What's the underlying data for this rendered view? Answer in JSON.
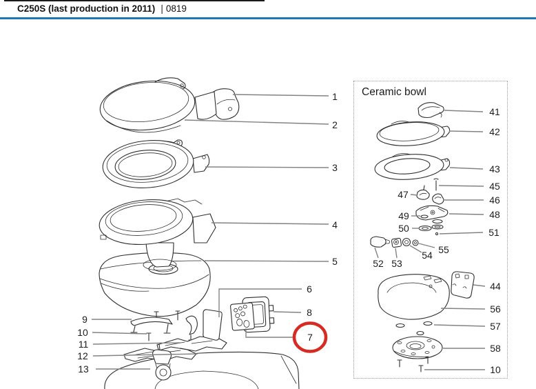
{
  "header": {
    "product": "C250S (last production in 2011)",
    "separator": "|",
    "code": "0819"
  },
  "panel": {
    "title": "Ceramic bowl"
  },
  "callouts": {
    "main": [
      "1",
      "2",
      "3",
      "4",
      "5",
      "6",
      "8",
      "7",
      "9",
      "10",
      "11",
      "12",
      "13"
    ],
    "panel": [
      "41",
      "42",
      "43",
      "45",
      "46",
      "48",
      "51",
      "47",
      "49",
      "50",
      "55",
      "54",
      "52",
      "53",
      "44",
      "56",
      "57",
      "58",
      "10"
    ]
  },
  "colors": {
    "divider": "#1d79b4",
    "highlight": "#d62a22",
    "line_art": "#2d2d2d",
    "leader": "#838383"
  }
}
